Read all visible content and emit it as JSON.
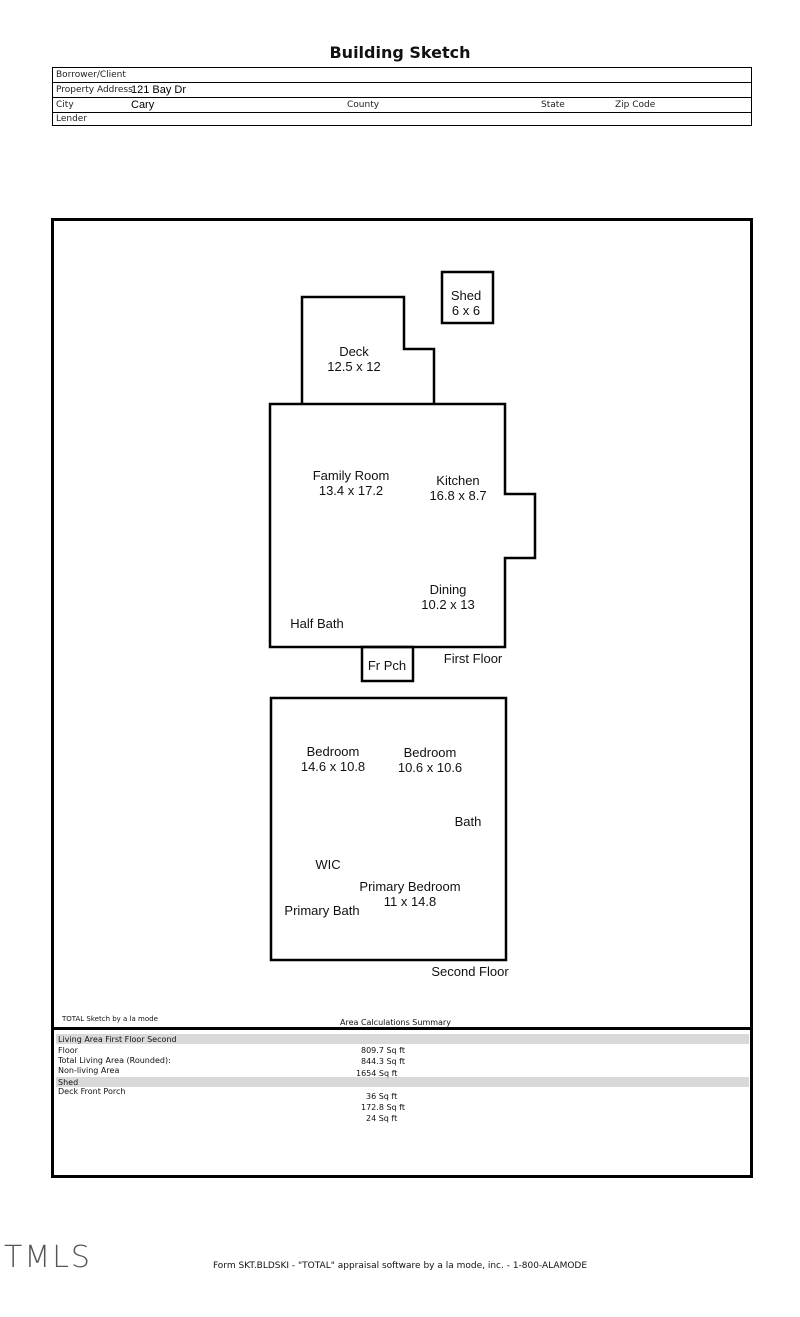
{
  "title": "Building Sketch",
  "header": {
    "borrower_label": "Borrower/Client",
    "property_label": "Property Address",
    "property_value": "121 Bay Dr",
    "city_label": "City",
    "city_value": "Cary",
    "county_label": "County",
    "state_label": "State",
    "zip_label": "Zip Code",
    "lender_label": "Lender"
  },
  "rooms": {
    "shed": [
      "Shed",
      "6 x 6"
    ],
    "deck": [
      "Deck",
      "12.5 x 12"
    ],
    "family": [
      "Family Room",
      "13.4 x 17.2"
    ],
    "kitchen": [
      "Kitchen",
      "16.8 x 8.7"
    ],
    "dining": [
      "Dining",
      "10.2 x 13"
    ],
    "half_bath": "Half Bath",
    "fr_pch": "Fr Pch",
    "first_floor": "First Floor",
    "bedroom1": [
      "Bedroom",
      "14.6 x 10.8"
    ],
    "bedroom2": [
      "Bedroom",
      "10.6 x 10.6"
    ],
    "bath": "Bath",
    "wic": "WIC",
    "primary_bedroom": [
      "Primary Bedroom",
      "11 x 14.8"
    ],
    "primary_bath": "Primary Bath",
    "second_floor": "Second Floor"
  },
  "credit": "TOTAL Sketch by a la mode",
  "summary": {
    "title": "Area Calculations Summary",
    "living_header": "Living   Area   First   Floor   Second",
    "floor_label": "Floor",
    "total_label": "Total Living Area (Rounded):",
    "nonliving_label": "Non-living Area",
    "shed_label": "Shed",
    "deck_label": "Deck Front Porch",
    "values": [
      "809.7 Sq ft",
      "844.3 Sq ft",
      "1654 Sq ft",
      "36 Sq ft",
      "172.8 Sq ft",
      "24 Sq ft"
    ]
  },
  "logo": "TMLS",
  "footer": "Form SKT.BLDSKI - \"TOTAL\" appraisal software by a la mode, inc. - 1-800-ALAMODE"
}
